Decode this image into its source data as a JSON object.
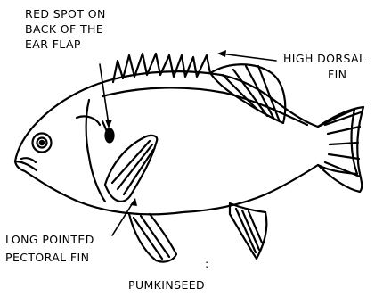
{
  "labels": {
    "red_spot": [
      "RED SPOT ON",
      "BACK OF THE",
      "EAR FLAP"
    ],
    "dorsal": [
      "HIGH DORSAL",
      "FIN"
    ],
    "pectoral": [
      "LONG POINTED",
      "PECTORAL FIN"
    ],
    "species": "PUMKINSEED",
    "colon": ":"
  },
  "colors": {
    "ink": "#000000",
    "background": "#ffffff"
  }
}
